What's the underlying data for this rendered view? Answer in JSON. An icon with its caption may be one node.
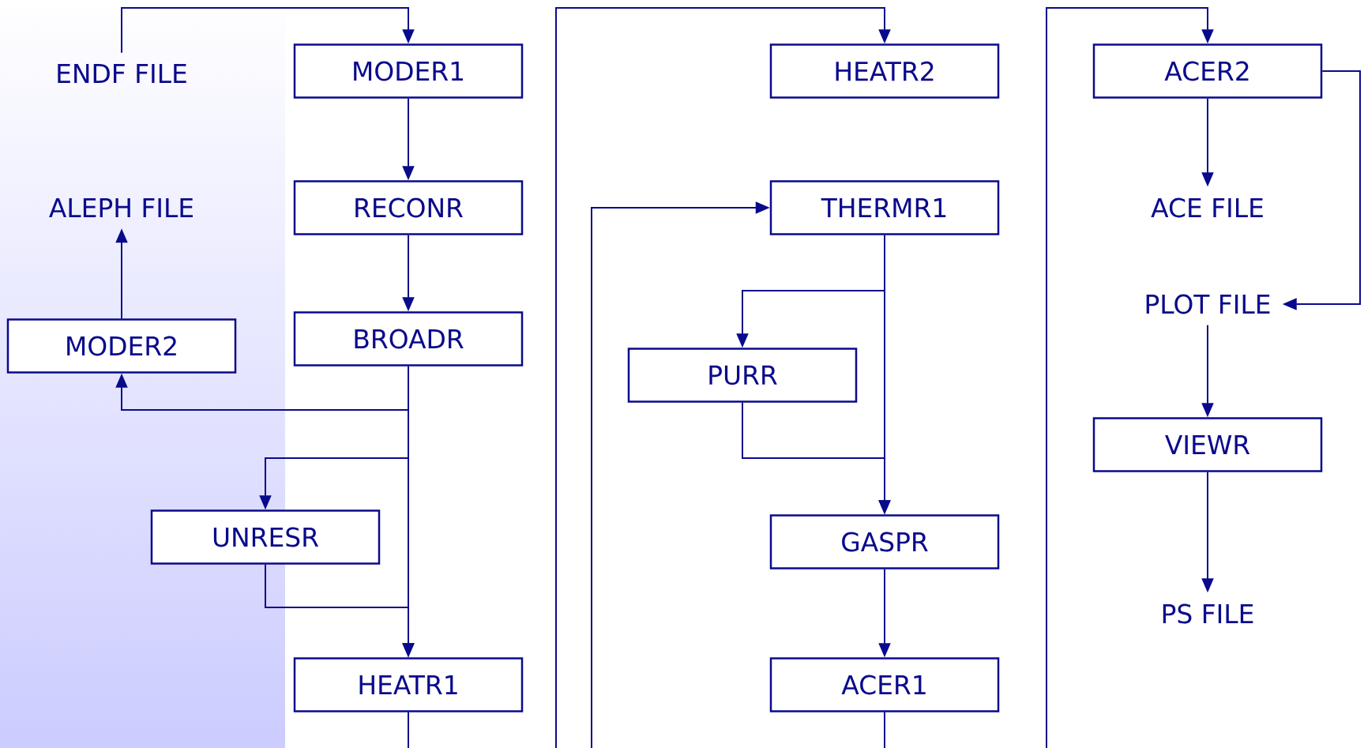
{
  "diagram": {
    "nodes": [
      {
        "text": [
          "ENDF FILE"
        ]
      },
      {
        "text": [
          "MODER1"
        ]
      },
      {
        "text": [
          "ALEPH FILE"
        ]
      },
      {
        "text": [
          "RECONR"
        ]
      },
      {
        "text": [
          "MODER2"
        ]
      },
      {
        "text": [
          "BROADR"
        ]
      },
      {
        "text": [
          "UNRESR"
        ]
      },
      {
        "text": [
          "HEATR1"
        ]
      },
      {
        "text": [
          "HEATR2"
        ]
      },
      {
        "text": [
          "THERMR1"
        ]
      },
      {
        "text": [
          "PURR"
        ]
      },
      {
        "text": [
          "GASPR"
        ]
      },
      {
        "text": [
          "ACER1"
        ]
      },
      {
        "text": [
          "ACER2"
        ]
      },
      {
        "text": [
          "ACE FILE"
        ]
      },
      {
        "text": [
          "PLOT FILE"
        ]
      },
      {
        "text": [
          "VIEWR"
        ]
      },
      {
        "text": [
          "PS FILE"
        ]
      }
    ],
    "edges": [
      {
        "from": 0,
        "to": 1,
        "arrow": "to"
      },
      {
        "from": 1,
        "to": 3,
        "arrow": "to"
      },
      {
        "from": 3,
        "to": 5,
        "arrow": "to"
      },
      {
        "from": 5,
        "to": 4,
        "arrow": "to"
      },
      {
        "from": 5,
        "to": 6,
        "arrow": "to"
      },
      {
        "from": 5,
        "to": 7,
        "arrow": "to"
      },
      {
        "from": 6,
        "to": 7,
        "arrow": "to"
      },
      {
        "from": 4,
        "to": 2,
        "arrow": "to"
      },
      {
        "from": 7,
        "to": null,
        "arrow": "none"
      },
      {
        "from": null,
        "to": 8,
        "arrow": "to"
      },
      {
        "from": null,
        "to": 9,
        "arrow": "to"
      },
      {
        "from": 9,
        "to": 10,
        "arrow": "to"
      },
      {
        "from": 9,
        "to": 11,
        "arrow": "to"
      },
      {
        "from": 10,
        "to": 11,
        "arrow": "to"
      },
      {
        "from": 11,
        "to": 12,
        "arrow": "to"
      },
      {
        "from": 12,
        "to": null,
        "arrow": "none"
      },
      {
        "from": null,
        "to": 13,
        "arrow": "to"
      },
      {
        "from": 13,
        "to": 14,
        "arrow": "to"
      },
      {
        "from": 13,
        "to": 15,
        "arrow": "to"
      },
      {
        "from": 15,
        "to": 16,
        "arrow": "to"
      },
      {
        "from": 16,
        "to": 17,
        "arrow": "to"
      }
    ]
  }
}
